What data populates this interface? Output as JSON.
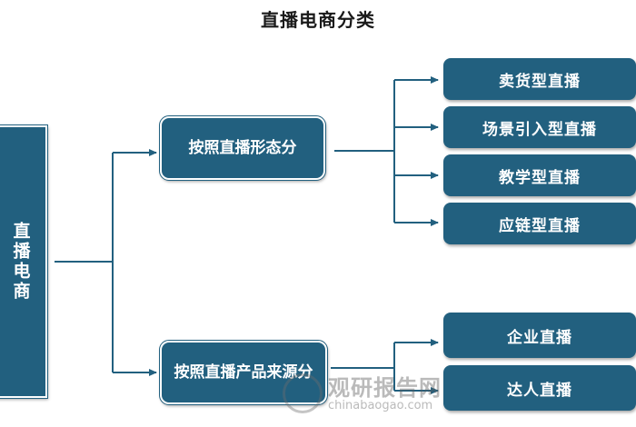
{
  "title": "直播电商分类",
  "root": {
    "label": "直播电商"
  },
  "branches": [
    {
      "label": "按照直播形态分",
      "children": [
        "卖货型直播",
        "场景引入型直播",
        "教学型直播",
        "应链型直播"
      ]
    },
    {
      "label": "按照直播产品来源分",
      "children": [
        "企业直播",
        "达人直播"
      ]
    }
  ],
  "watermark": {
    "name": "观研报告网",
    "url": "chinabaogao.com"
  },
  "colors": {
    "box_fill": "#22607f",
    "line": "#22607f"
  }
}
